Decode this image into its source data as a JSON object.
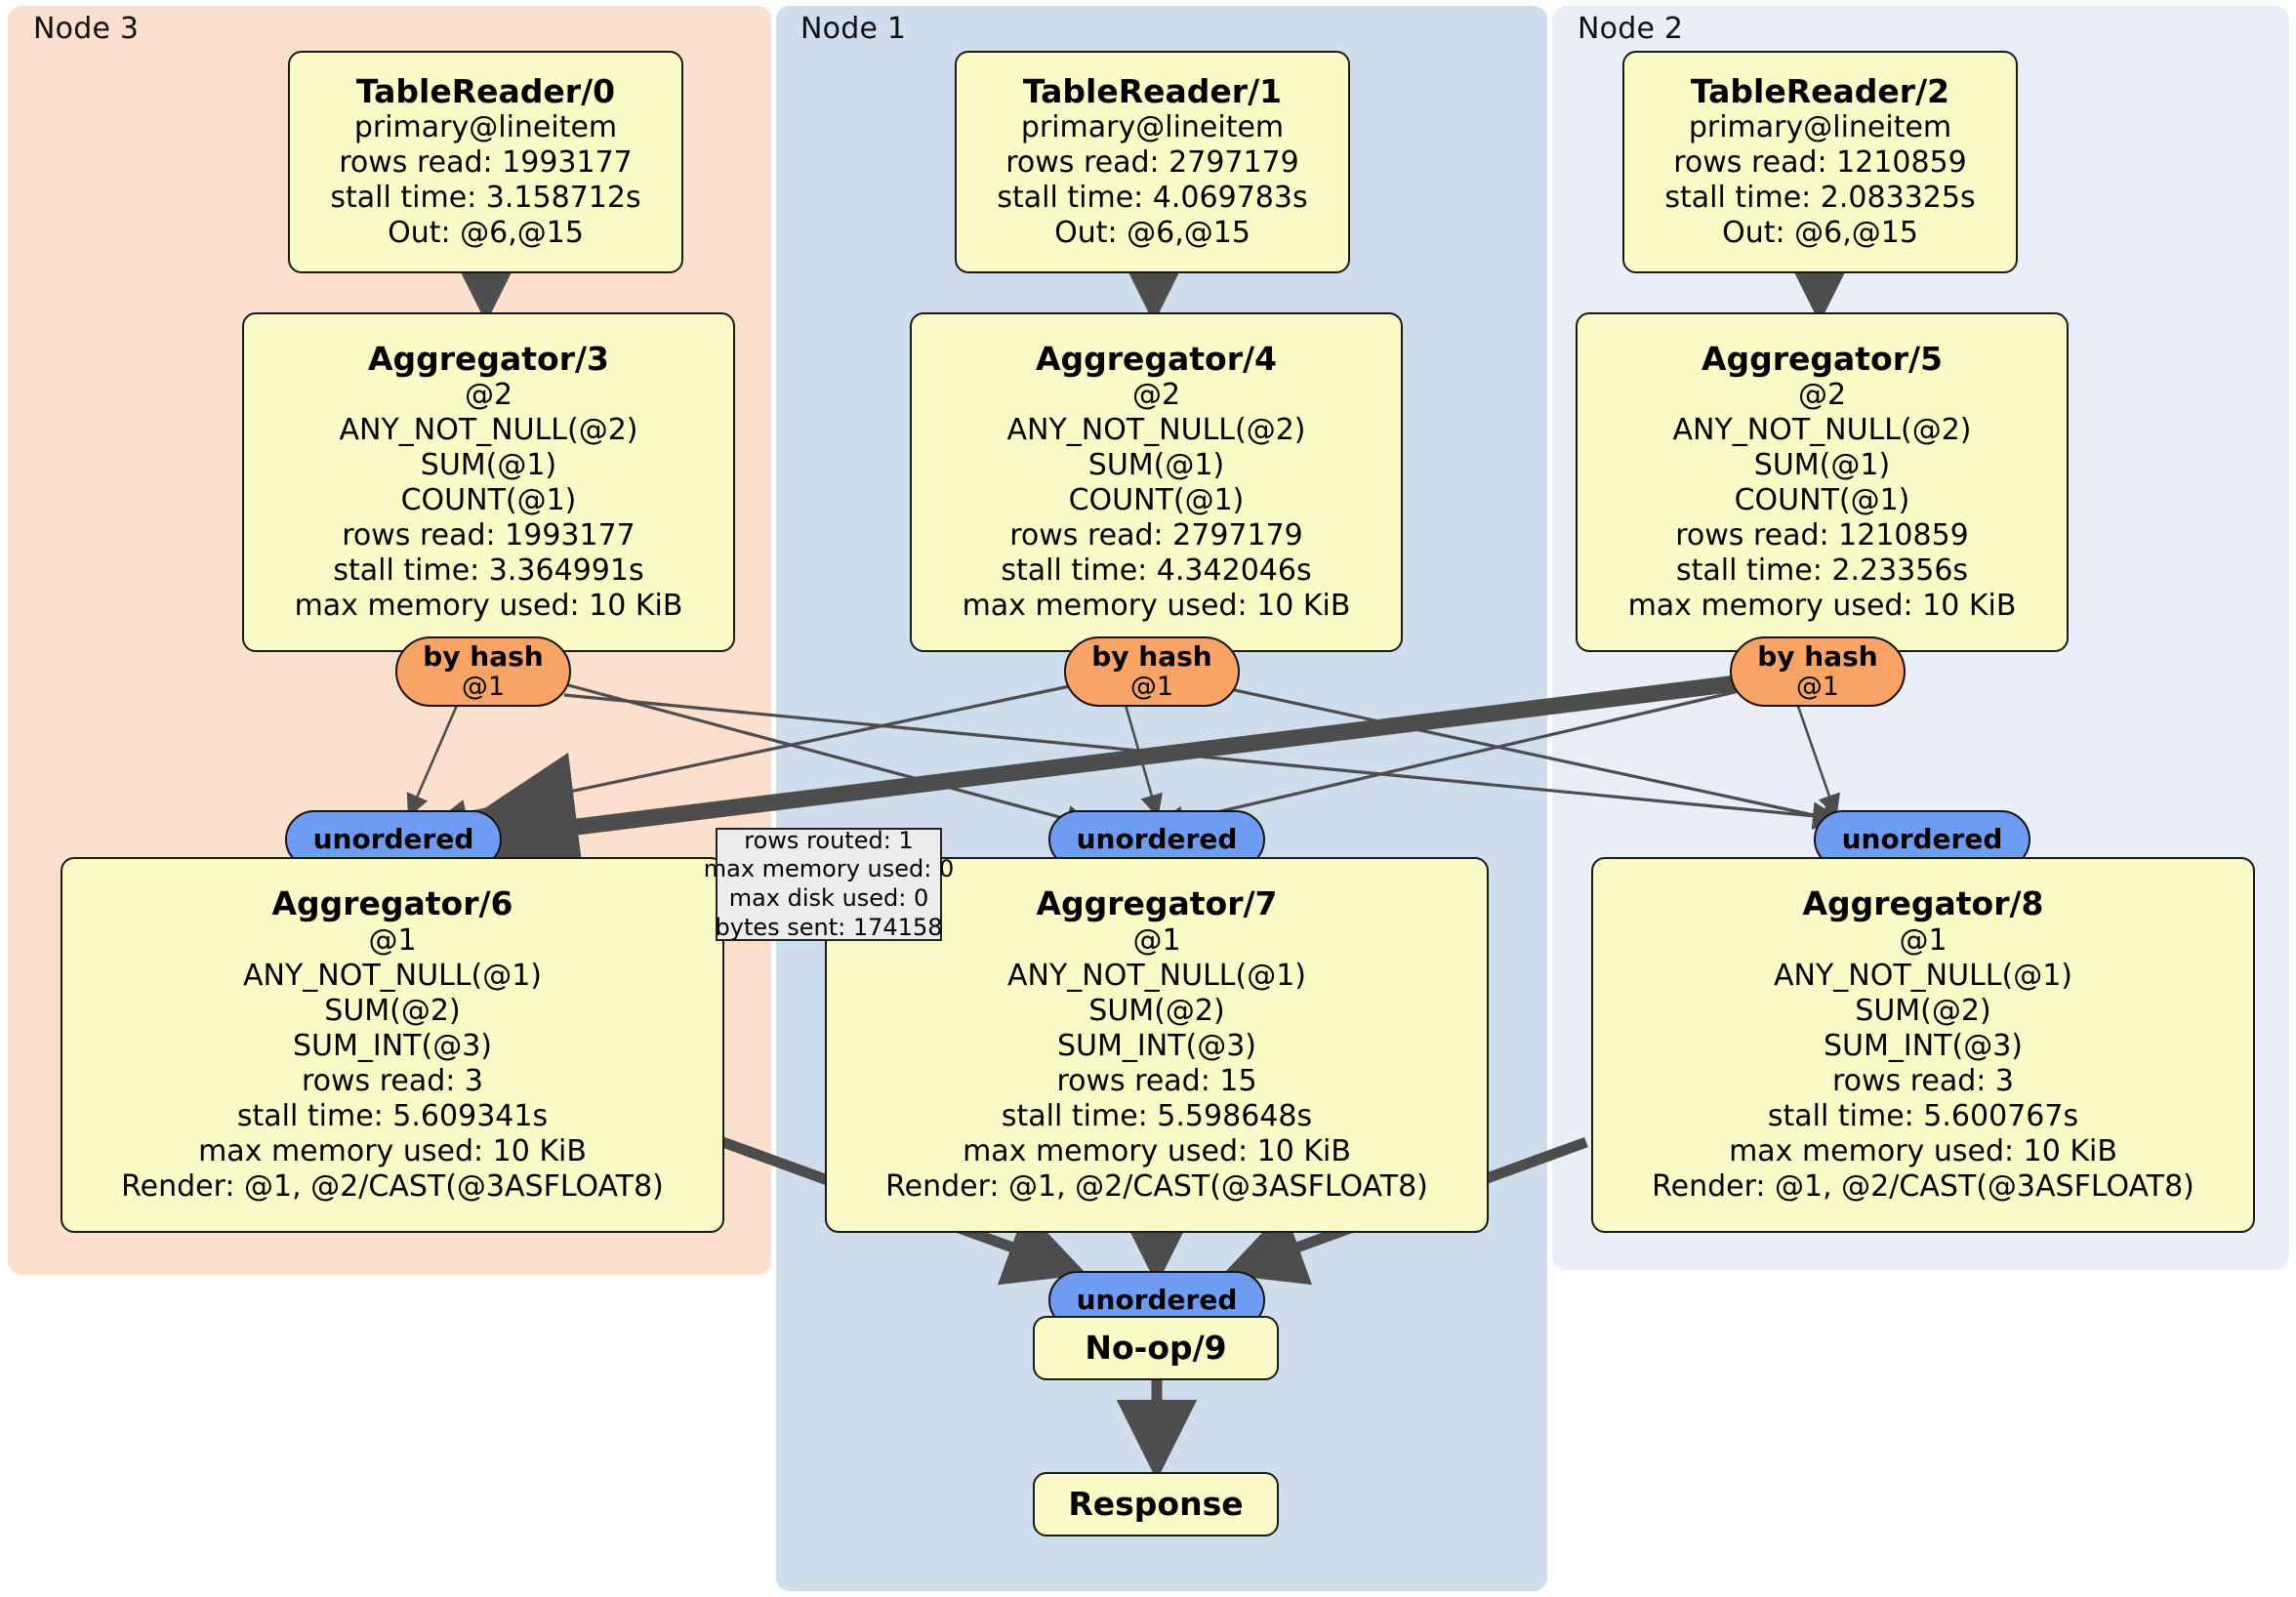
{
  "colors": {
    "cluster_node3": "#fbe0cd",
    "cluster_node1": "#cfdeec",
    "cluster_node2": "#eaeef8",
    "node_fill": "#fbfbc8",
    "node_stroke": "#1a1a1a",
    "hash_fill": "#f9a366",
    "unordered_fill": "#6e9cf2",
    "tooltip_fill": "#ececec",
    "edge": "#4d4d4d"
  },
  "clusters": [
    {
      "id": "node3",
      "label": "Node 3"
    },
    {
      "id": "node1",
      "label": "Node 1"
    },
    {
      "id": "node2",
      "label": "Node 2"
    }
  ],
  "readers": [
    {
      "title": "TableReader/0",
      "lines": [
        "primary@lineitem",
        "rows read: 1993177",
        "stall time: 3.158712s",
        "Out: @6,@15"
      ]
    },
    {
      "title": "TableReader/1",
      "lines": [
        "primary@lineitem",
        "rows read: 2797179",
        "stall time: 4.069783s",
        "Out: @6,@15"
      ]
    },
    {
      "title": "TableReader/2",
      "lines": [
        "primary@lineitem",
        "rows read: 1210859",
        "stall time: 2.083325s",
        "Out: @6,@15"
      ]
    }
  ],
  "aggregators_top": [
    {
      "title": "Aggregator/3",
      "lines": [
        "@2",
        "ANY_NOT_NULL(@2)",
        "SUM(@1)",
        "COUNT(@1)",
        "rows read: 1993177",
        "stall time: 3.364991s",
        "max memory used: 10 KiB"
      ]
    },
    {
      "title": "Aggregator/4",
      "lines": [
        "@2",
        "ANY_NOT_NULL(@2)",
        "SUM(@1)",
        "COUNT(@1)",
        "rows read: 2797179",
        "stall time: 4.342046s",
        "max memory used: 10 KiB"
      ]
    },
    {
      "title": "Aggregator/5",
      "lines": [
        "@2",
        "ANY_NOT_NULL(@2)",
        "SUM(@1)",
        "COUNT(@1)",
        "rows read: 1210859",
        "stall time: 2.23356s",
        "max memory used: 10 KiB"
      ]
    }
  ],
  "hash_pills": [
    {
      "title": "by hash",
      "sub": "@1"
    },
    {
      "title": "by hash",
      "sub": "@1"
    },
    {
      "title": "by hash",
      "sub": "@1"
    }
  ],
  "unordered_pills": [
    {
      "label": "unordered"
    },
    {
      "label": "unordered"
    },
    {
      "label": "unordered"
    }
  ],
  "aggregators_bottom": [
    {
      "title": "Aggregator/6",
      "lines": [
        "@1",
        "ANY_NOT_NULL(@1)",
        "SUM(@2)",
        "SUM_INT(@3)",
        "rows read: 3",
        "stall time: 5.609341s",
        "max memory used: 10 KiB",
        "Render: @1, @2/CAST(@3ASFLOAT8)"
      ]
    },
    {
      "title": "Aggregator/7",
      "lines": [
        "@1",
        "ANY_NOT_NULL(@1)",
        "SUM(@2)",
        "SUM_INT(@3)",
        "rows read: 15",
        "stall time: 5.598648s",
        "max memory used: 10 KiB",
        "Render: @1, @2/CAST(@3ASFLOAT8)"
      ]
    },
    {
      "title": "Aggregator/8",
      "lines": [
        "@1",
        "ANY_NOT_NULL(@1)",
        "SUM(@2)",
        "SUM_INT(@3)",
        "rows read: 3",
        "stall time: 5.600767s",
        "max memory used: 10 KiB",
        "Render: @1, @2/CAST(@3ASFLOAT8)"
      ]
    }
  ],
  "tooltip": {
    "lines": [
      "rows routed: 1",
      "max memory used: 0",
      "max disk used: 0",
      "bytes sent: 174158"
    ]
  },
  "final_unordered": {
    "label": "unordered"
  },
  "noop": {
    "title": "No-op/9"
  },
  "response": {
    "title": "Response"
  }
}
